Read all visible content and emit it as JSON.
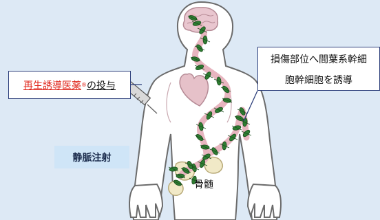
{
  "left_label": {
    "drug": "再生誘導医薬",
    "reg": "®",
    "rest": "の投与"
  },
  "right_label": {
    "line1": "損傷部位へ間葉系幹細",
    "line2": "胞幹細胞を誘導"
  },
  "badge": "静脈注射",
  "marrow": "骨髄",
  "colors": {
    "background": "#dde9f5",
    "body": "#ffffff",
    "outline": "#6b6b6b",
    "text_accent": "#e0261b",
    "cells": "#2e7d32",
    "badge": "#cfe5f7"
  }
}
